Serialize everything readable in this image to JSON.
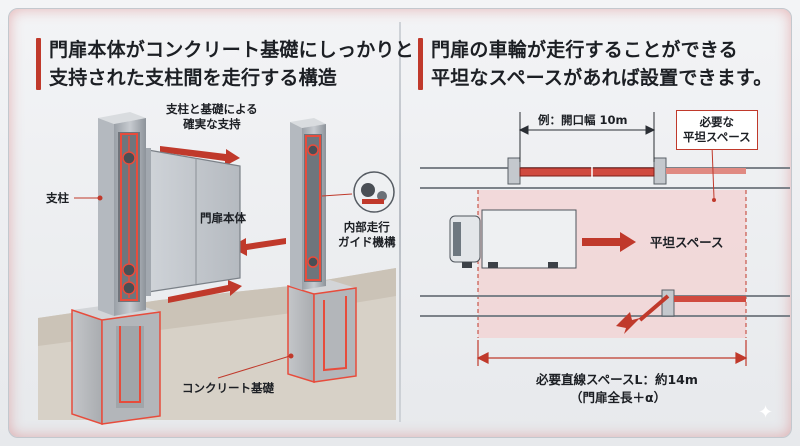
{
  "left_panel": {
    "heading": [
      "門扉本体がコンクリート基礎にしっかりと",
      "支持された支柱間を走行する構造"
    ],
    "labels": {
      "support_and_foundation": [
        "支柱と基礎による",
        "確実な支持"
      ],
      "post": "支柱",
      "gate_body": "門扉本体",
      "inner_guide": [
        "内部走行",
        "ガイド機構"
      ],
      "concrete_foundation": "コンクリート基礎"
    }
  },
  "right_panel": {
    "heading": [
      "門扉の車輪が走行することができる",
      "平坦なスペースがあれば設置できます。"
    ],
    "labels": {
      "opening_width": "例：開口幅 10m",
      "required_flat_space": [
        "必要な",
        "平坦スペース"
      ],
      "flat_space": "平坦スペース",
      "required_linear_space": "必要直線スペースL：約14m",
      "gate_total_length": "（門扉全長＋α）"
    }
  },
  "colors": {
    "accent_red": "#c0392b",
    "highlight_glow": "#e74c3c",
    "zone_fill": "#f3d2d2",
    "concrete": "#b9bcc0"
  }
}
